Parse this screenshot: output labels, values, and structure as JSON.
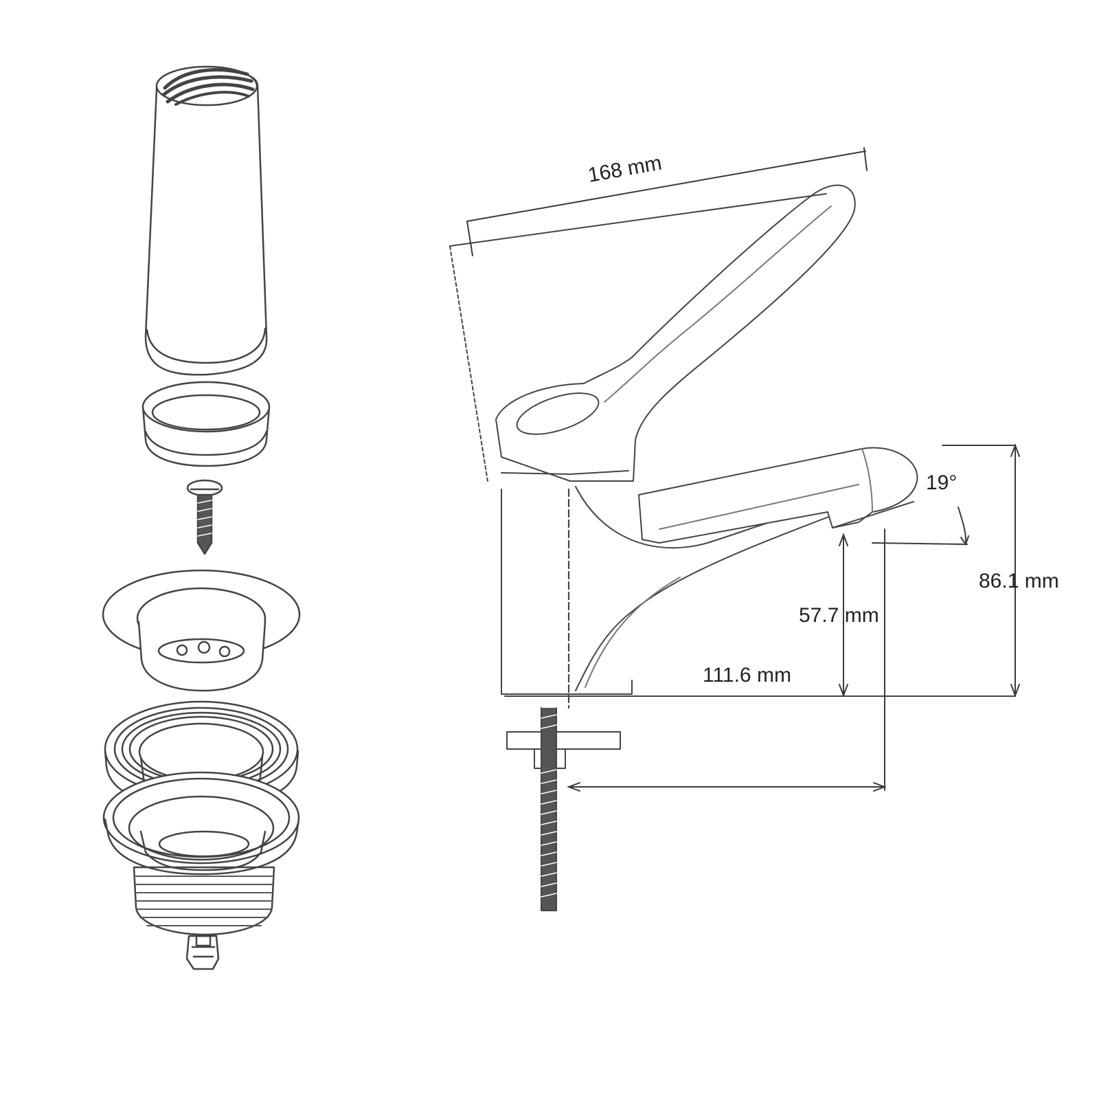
{
  "colors": {
    "line": "#444444",
    "dim_line": "#3a3a3a",
    "background": "#ffffff",
    "thread": "#555555"
  },
  "dimensions": {
    "lever_length": "168 mm",
    "spout_angle": "19°",
    "total_height": "86.1 mm",
    "spout_height": "57.7 mm",
    "spout_reach": "111.6 mm"
  }
}
